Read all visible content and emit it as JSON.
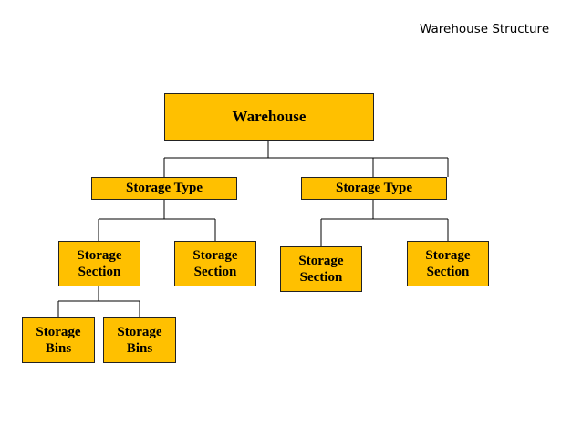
{
  "title": "Warehouse Structure",
  "colors": {
    "box_fill": "#FFC000",
    "connector": "#000000"
  },
  "root": {
    "label": "Warehouse"
  },
  "storage_types": [
    {
      "label": "Storage Type",
      "sections": [
        {
          "line1": "Storage",
          "line2": "Section",
          "bins": [
            {
              "line1": "Storage",
              "line2": "Bins"
            },
            {
              "line1": "Storage",
              "line2": "Bins"
            }
          ]
        },
        {
          "line1": "Storage",
          "line2": "Section"
        }
      ]
    },
    {
      "label": "Storage Type",
      "sections": [
        {
          "line1": "Storage",
          "line2": "Section"
        },
        {
          "line1": "Storage",
          "line2": "Section"
        }
      ]
    }
  ]
}
